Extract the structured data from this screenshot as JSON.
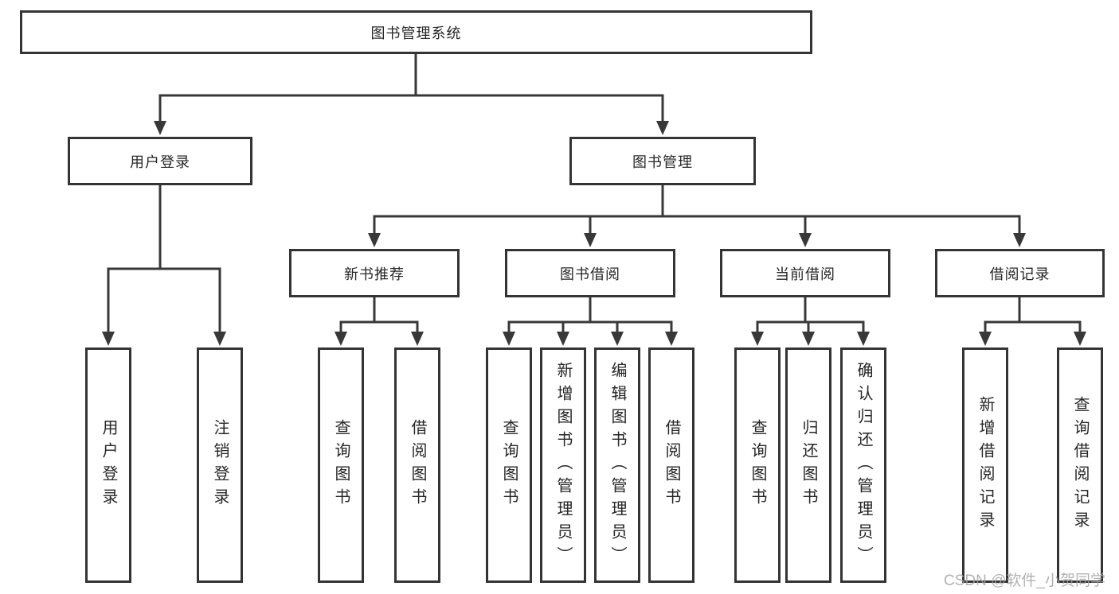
{
  "diagram": {
    "root": {
      "label": "图书管理系统",
      "children": [
        {
          "label": "用户登录",
          "children": [
            {
              "label": "用户登录"
            },
            {
              "label": "注销登录"
            }
          ]
        },
        {
          "label": "图书管理",
          "children": [
            {
              "label": "新书推荐",
              "children": [
                {
                  "label": "查询图书"
                },
                {
                  "label": "借阅图书"
                }
              ]
            },
            {
              "label": "图书借阅",
              "children": [
                {
                  "label": "查询图书"
                },
                {
                  "label": "新增图书（管理员）"
                },
                {
                  "label": "编辑图书（管理员）"
                },
                {
                  "label": "借阅图书"
                }
              ]
            },
            {
              "label": "当前借阅",
              "children": [
                {
                  "label": "查询图书"
                },
                {
                  "label": "归还图书"
                },
                {
                  "label": "确认归还（管理员）"
                }
              ]
            },
            {
              "label": "借阅记录",
              "children": [
                {
                  "label": "新增借阅记录"
                },
                {
                  "label": "查询借阅记录"
                }
              ]
            }
          ]
        }
      ]
    },
    "colors": {
      "line": "#383838",
      "border": "#343434",
      "text": "#262626",
      "watermark": "#a5a5a5"
    }
  },
  "watermark": "CSDN @软件_小贺同学"
}
